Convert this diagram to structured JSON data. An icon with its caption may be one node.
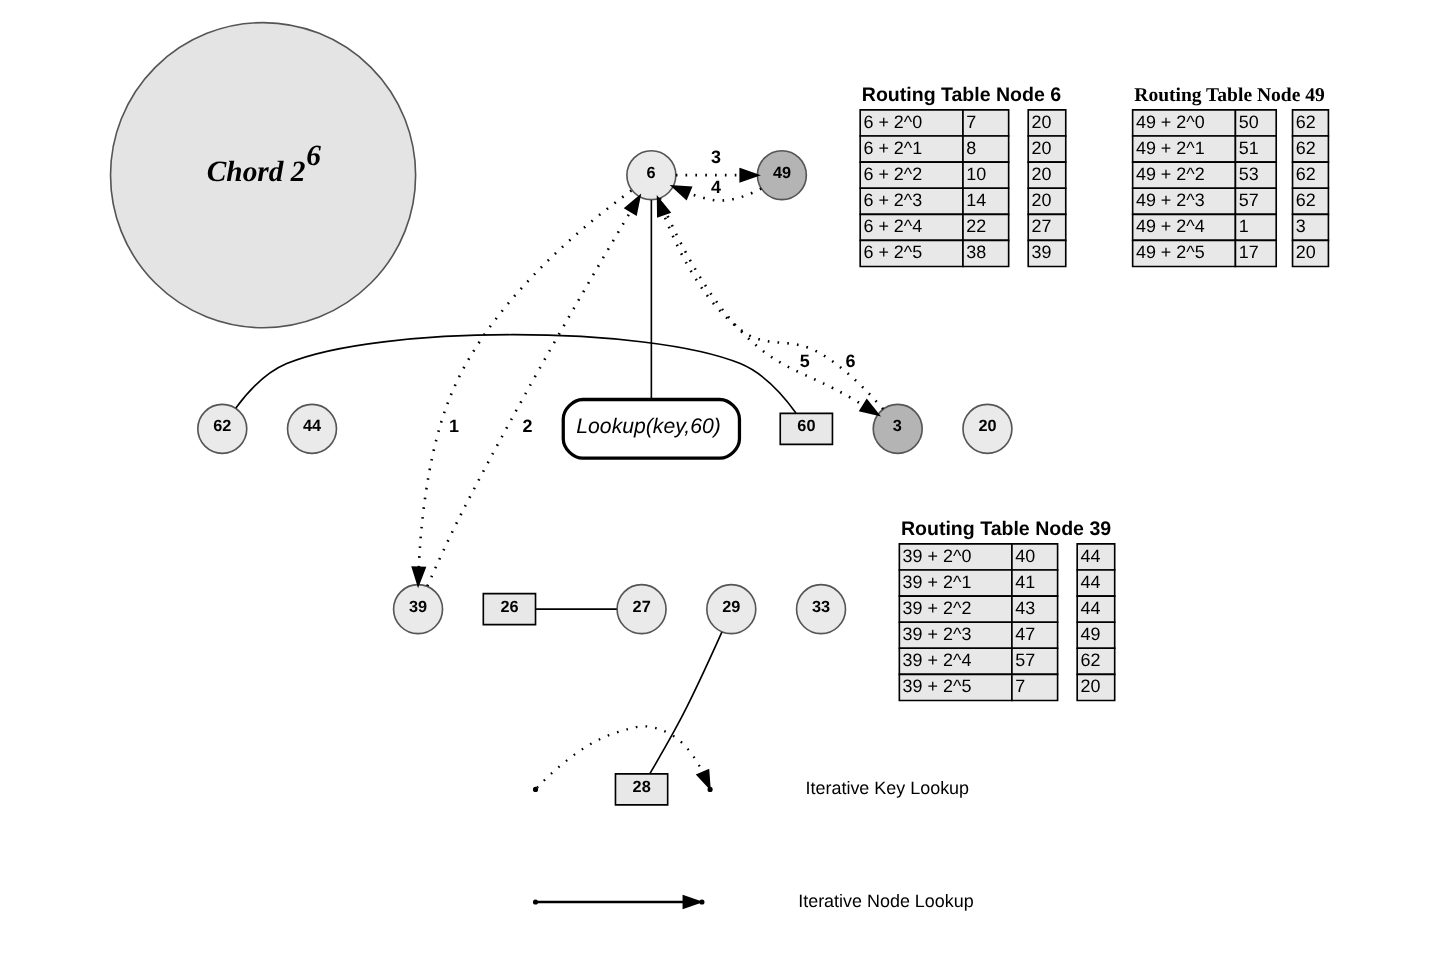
{
  "diagram": {
    "nodes": [
      {
        "text": [
          "Chord 2$^{6}$"
        ]
      },
      {
        "text": [
          "62"
        ]
      },
      {
        "text": [
          "3"
        ]
      },
      {
        "text": [
          "6"
        ]
      },
      {
        "text": [
          "20"
        ]
      },
      {
        "text": [
          "27"
        ]
      },
      {
        "text": [
          "29"
        ]
      },
      {
        "text": [
          "33"
        ]
      },
      {
        "text": [
          "39"
        ]
      },
      {
        "text": [
          "44"
        ]
      },
      {
        "text": [
          "49"
        ]
      },
      {
        "text": [
          "60"
        ]
      },
      {
        "text": [
          "26"
        ]
      },
      {
        "text": [
          "28"
        ]
      },
      {
        "text": [
          "Lookup(key,60)"
        ]
      },
      {
        "text": [
          "Routing Table Node 6",
          "6 + 2^0",
          "7",
          "20",
          "6 + 2^1",
          "8",
          "20",
          "6 + 2^2",
          "10",
          "20",
          "6 + 2^3",
          "14",
          "20",
          "6 + 2^4",
          "22",
          "27",
          "6 + 2^5",
          "38",
          "39"
        ]
      },
      {
        "text": [
          "Routing Table Node 49",
          "49 + 2^0",
          "50",
          "62",
          "49 + 2^1",
          "51",
          "62",
          "49 + 2^2",
          "53",
          "62",
          "49 + 2^3",
          "57",
          "62",
          "49 + 2^4",
          "1",
          "3",
          "49 + 2^5",
          "17",
          "20"
        ]
      },
      {
        "text": [
          "Routing Table Node 39",
          "39 + 2^0",
          "40",
          "44",
          "39 + 2^1",
          "41",
          "44",
          "39 + 2^2",
          "43",
          "44",
          "39 + 2^3",
          "47",
          "49",
          "39 + 2^4",
          "57",
          "62",
          "39 + 2^5",
          "7",
          "20"
        ]
      }
    ],
    "edges": [
      {
        "from": 3,
        "to": 8,
        "arrow": "to",
        "label": "1",
        "style": "dashed"
      },
      {
        "from": 8,
        "to": 3,
        "arrow": "to",
        "label": "2",
        "style": "dashed"
      },
      {
        "from": 3,
        "to": 10,
        "arrow": "to",
        "label": "3",
        "style": "dashed"
      },
      {
        "from": 10,
        "to": 3,
        "arrow": "to",
        "label": "4",
        "style": "dashed"
      },
      {
        "from": 3,
        "to": 2,
        "arrow": "to",
        "label": "5",
        "style": "dashed"
      },
      {
        "from": 2,
        "to": 3,
        "arrow": "to",
        "label": "6",
        "style": "dashed"
      },
      {
        "from": 11,
        "to": 1,
        "arrow": "none"
      },
      {
        "from": 12,
        "to": 5,
        "arrow": "none"
      },
      {
        "from": 13,
        "to": 6,
        "arrow": "none"
      },
      {
        "from": 14,
        "to": 3,
        "arrow": "none"
      }
    ],
    "legend": [
      {
        "text": "Iterative Key Lookup"
      },
      {
        "text": "Iterative Node Lookup"
      }
    ]
  }
}
